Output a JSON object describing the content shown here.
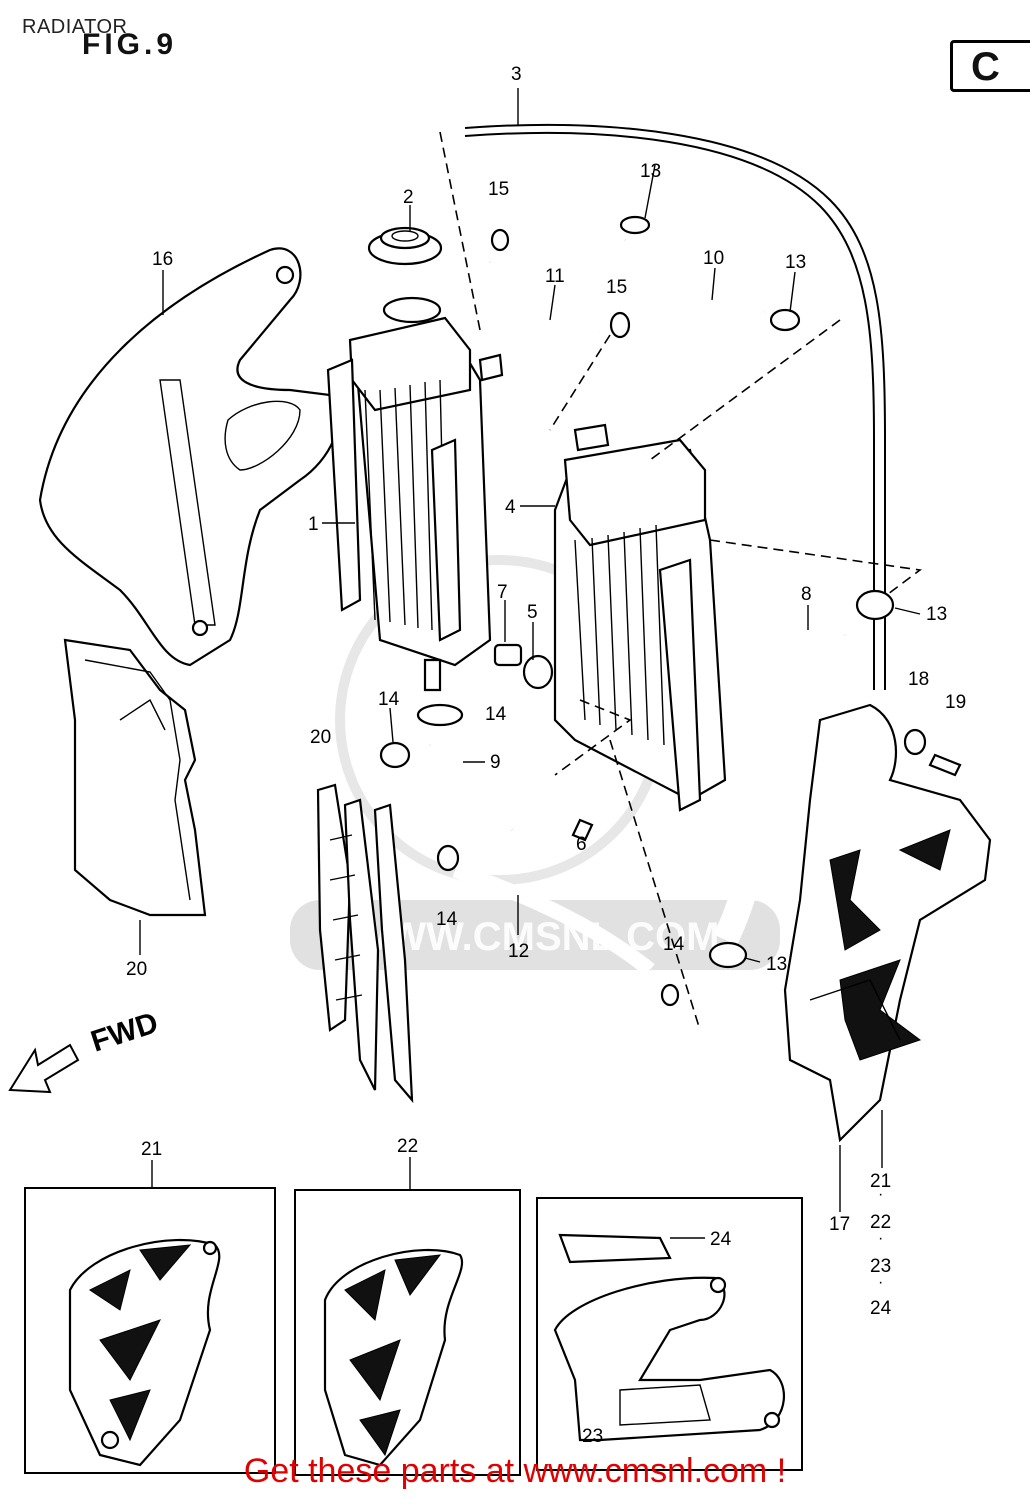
{
  "header": {
    "title": "RADIATOR",
    "figure": "FIG.9",
    "section": "C"
  },
  "watermark": "WWW.CMSNL.COM",
  "fwd_label": "FWD",
  "callouts": {
    "p1": "1",
    "p2": "2",
    "p3": "3",
    "p4": "4",
    "p5": "5",
    "p6": "6",
    "p7": "7",
    "p8": "8",
    "p9": "9",
    "p10": "10",
    "p11": "11",
    "p12": "12",
    "p13a": "13",
    "p13b": "13",
    "p13c": "13",
    "p13d": "13",
    "p14a": "14",
    "p14b": "14",
    "p14c": "14",
    "p14d": "14",
    "p15a": "15",
    "p15b": "15",
    "p16": "16",
    "p17": "17",
    "p18": "18",
    "p19": "19",
    "p20a": "20",
    "p20b": "20",
    "p21a": "21",
    "p22a": "22",
    "p21b": "21",
    "p22b": "22",
    "p23a": "23",
    "p24a": "24",
    "p23b": "23",
    "p24b": "24"
  },
  "footer": {
    "text": "Get these parts at www.cmsnl.com !"
  }
}
